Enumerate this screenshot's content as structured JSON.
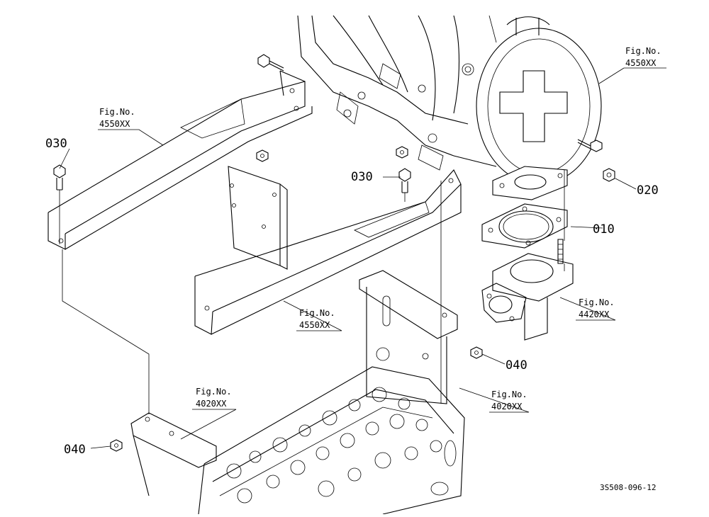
{
  "parts": [
    {
      "id": "p010",
      "number": "010"
    },
    {
      "id": "p020",
      "number": "020"
    },
    {
      "id": "p030a",
      "number": "030"
    },
    {
      "id": "p030b",
      "number": "030"
    },
    {
      "id": "p040a",
      "number": "040"
    },
    {
      "id": "p040b",
      "number": "040"
    }
  ],
  "figure_refs": [
    {
      "id": "f1",
      "line1": "Fig.No.",
      "line2": "4550XX"
    },
    {
      "id": "f2",
      "line1": "Fig.No.",
      "line2": "4550XX"
    },
    {
      "id": "f3",
      "line1": "Fig.No.",
      "line2": "4550XX"
    },
    {
      "id": "f4",
      "line1": "Fig.No.",
      "line2": "4420XX"
    },
    {
      "id": "f5",
      "line1": "Fig.No.",
      "line2": "4020XX"
    },
    {
      "id": "f6",
      "line1": "Fig.No.",
      "line2": "4020XX"
    }
  ],
  "drawing_ref": "3S508-096-12"
}
